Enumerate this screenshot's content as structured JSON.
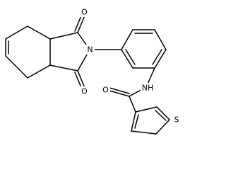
{
  "molecule": {
    "atoms": {
      "o_top": "O",
      "o_bottom": "O",
      "o_amide": "O",
      "n_imide": "N",
      "n_amide": "NH",
      "s_thiophene": "S"
    }
  }
}
